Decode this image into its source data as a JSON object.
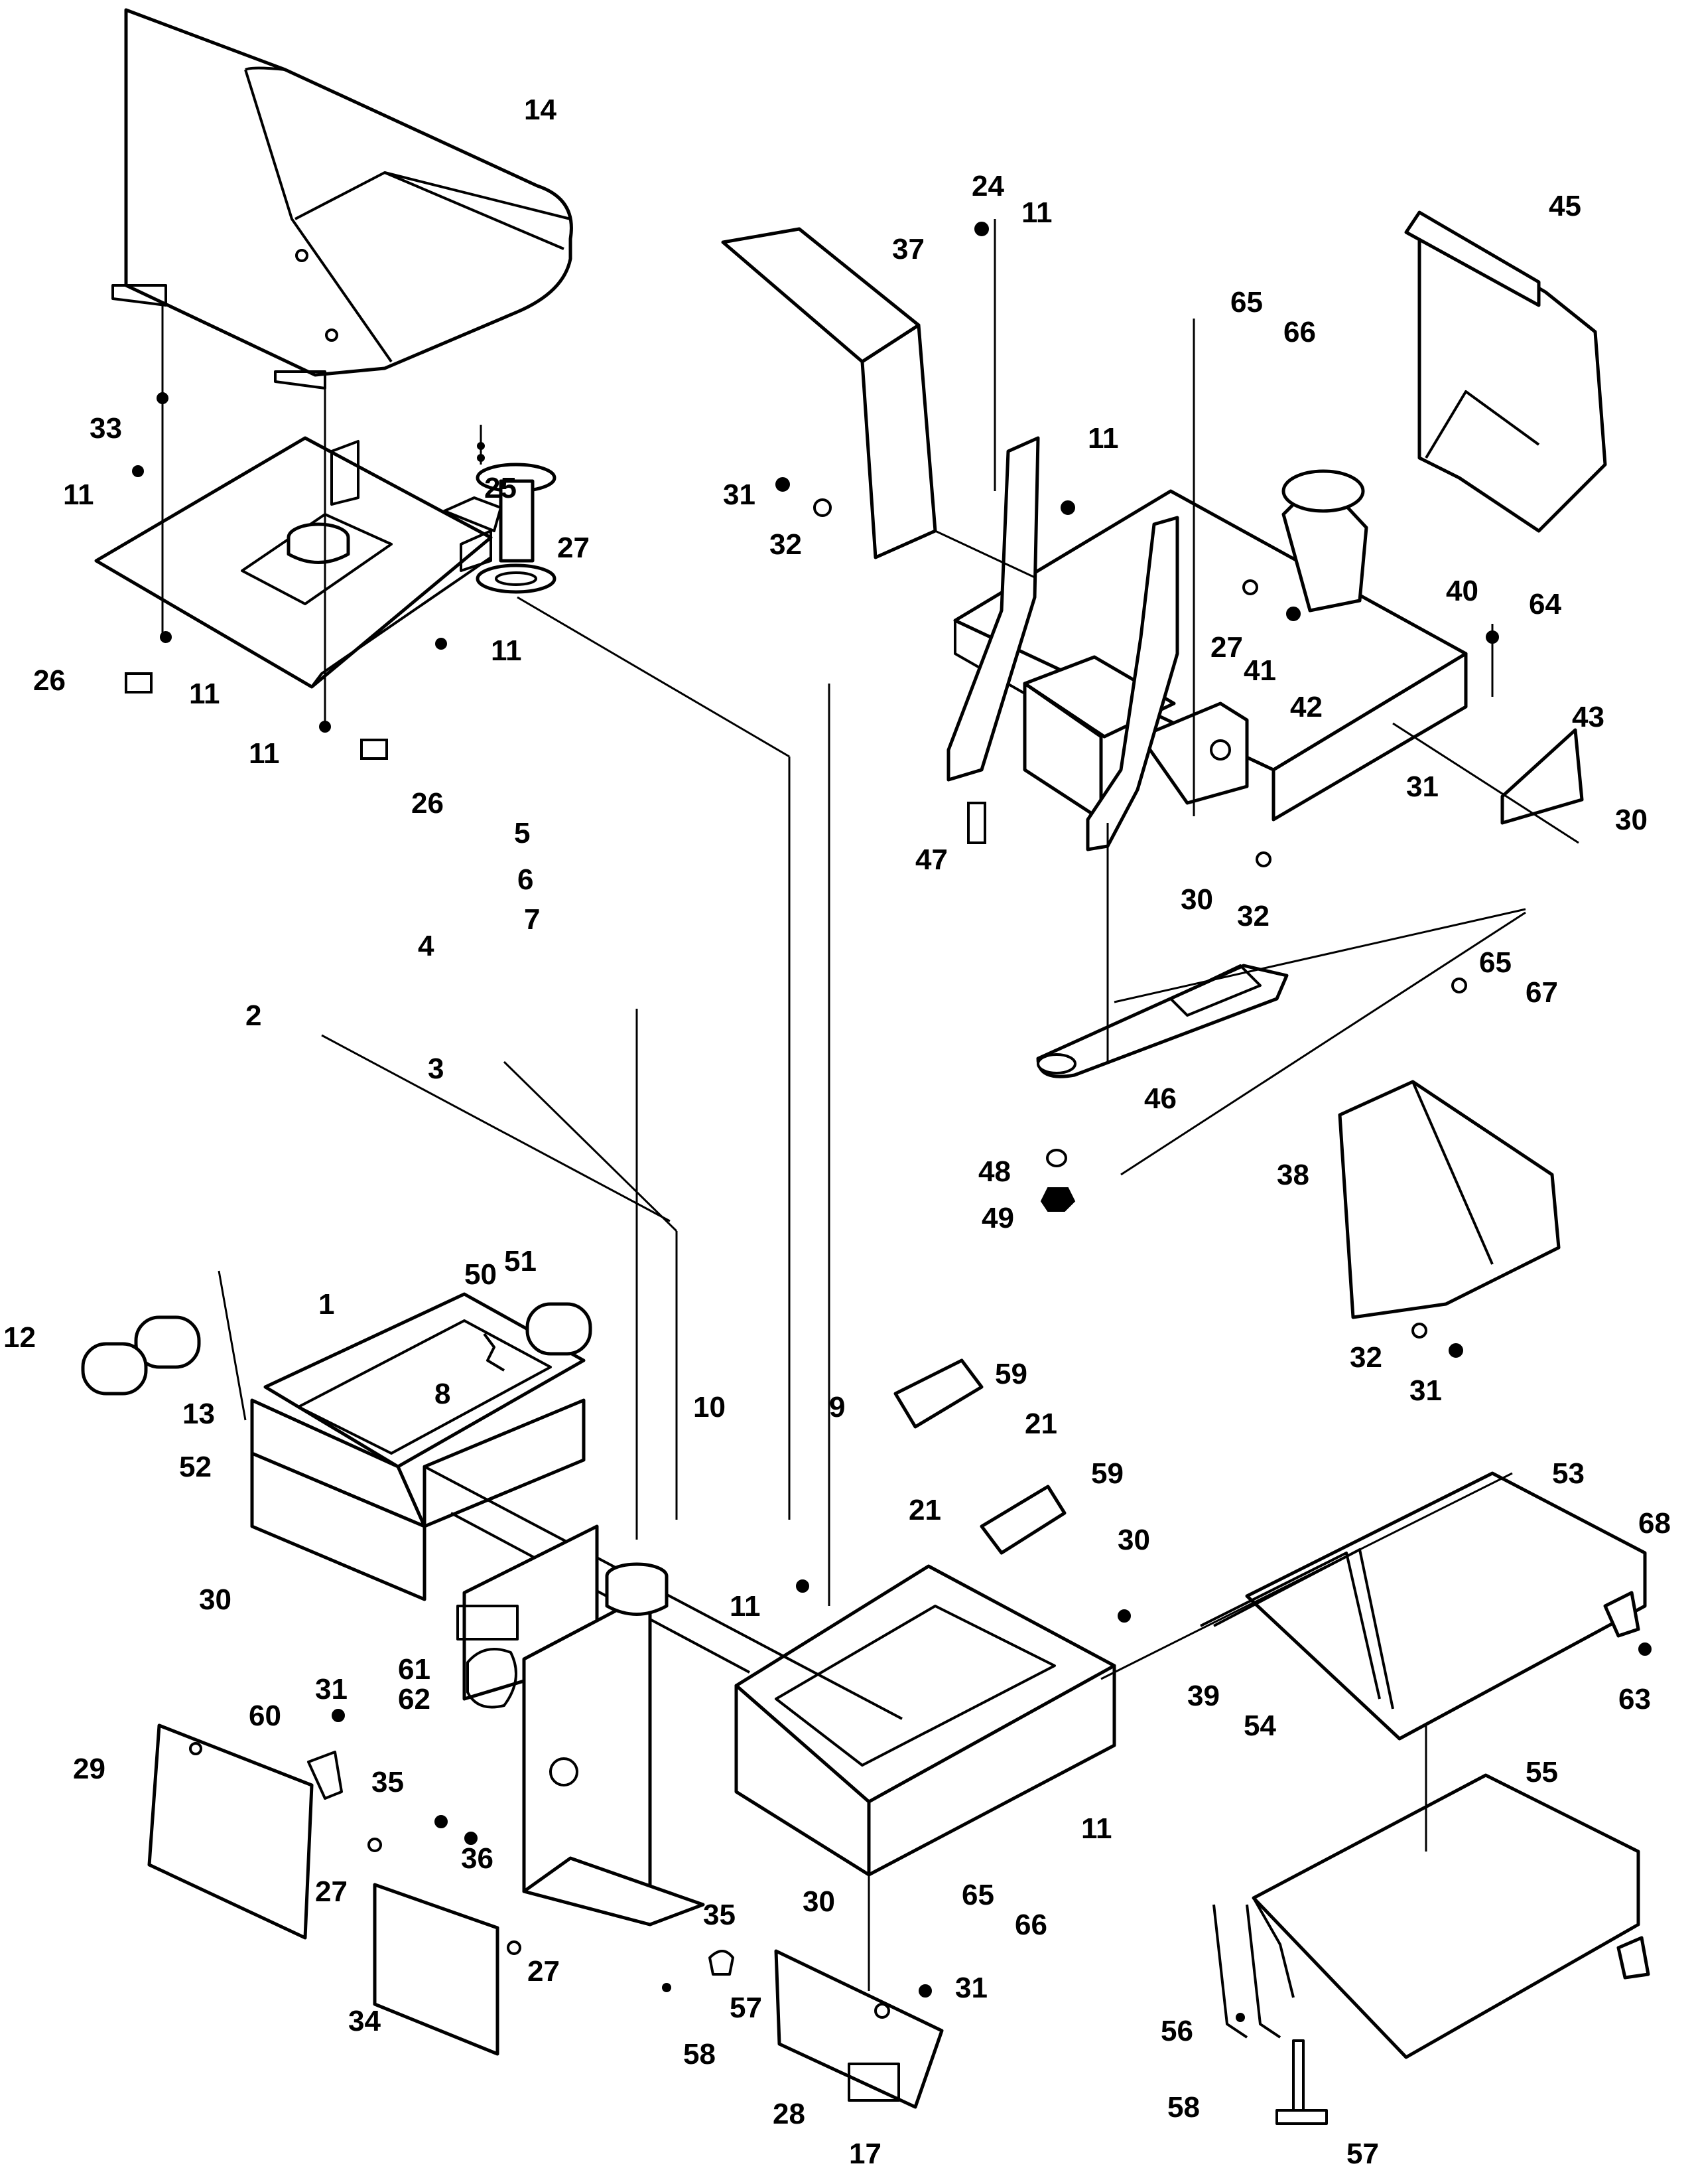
{
  "diagram": {
    "callouts": [
      {
        "id": "c14",
        "text": "14"
      },
      {
        "id": "c33",
        "text": "33"
      },
      {
        "id": "c11a",
        "text": "11"
      },
      {
        "id": "c25",
        "text": "25"
      },
      {
        "id": "c27a",
        "text": "27"
      },
      {
        "id": "c11b",
        "text": "11"
      },
      {
        "id": "c26a",
        "text": "26"
      },
      {
        "id": "c11c",
        "text": "11"
      },
      {
        "id": "c11d",
        "text": "11"
      },
      {
        "id": "c26b",
        "text": "26"
      },
      {
        "id": "c5",
        "text": "5"
      },
      {
        "id": "c6",
        "text": "6"
      },
      {
        "id": "c7",
        "text": "7"
      },
      {
        "id": "c4",
        "text": "4"
      },
      {
        "id": "c2",
        "text": "2"
      },
      {
        "id": "c3",
        "text": "3"
      },
      {
        "id": "c24",
        "text": "24"
      },
      {
        "id": "c11e",
        "text": "11"
      },
      {
        "id": "c37",
        "text": "37"
      },
      {
        "id": "c45",
        "text": "45"
      },
      {
        "id": "c65a",
        "text": "65"
      },
      {
        "id": "c66a",
        "text": "66"
      },
      {
        "id": "c11f",
        "text": "11"
      },
      {
        "id": "c31a",
        "text": "31"
      },
      {
        "id": "c32a",
        "text": "32"
      },
      {
        "id": "c40",
        "text": "40"
      },
      {
        "id": "c64",
        "text": "64"
      },
      {
        "id": "c27b",
        "text": "27"
      },
      {
        "id": "c41",
        "text": "41"
      },
      {
        "id": "c42",
        "text": "42"
      },
      {
        "id": "c43",
        "text": "43"
      },
      {
        "id": "c31b",
        "text": "31"
      },
      {
        "id": "c30a",
        "text": "30"
      },
      {
        "id": "c47",
        "text": "47"
      },
      {
        "id": "c30b",
        "text": "30"
      },
      {
        "id": "c32b",
        "text": "32"
      },
      {
        "id": "c65b",
        "text": "65"
      },
      {
        "id": "c67",
        "text": "67"
      },
      {
        "id": "c46",
        "text": "46"
      },
      {
        "id": "c48",
        "text": "48"
      },
      {
        "id": "c49",
        "text": "49"
      },
      {
        "id": "c38",
        "text": "38"
      },
      {
        "id": "c32c",
        "text": "32"
      },
      {
        "id": "c31c",
        "text": "31"
      },
      {
        "id": "c1",
        "text": "1"
      },
      {
        "id": "c50",
        "text": "50"
      },
      {
        "id": "c51",
        "text": "51"
      },
      {
        "id": "c12",
        "text": "12"
      },
      {
        "id": "c13",
        "text": "13"
      },
      {
        "id": "c8",
        "text": "8"
      },
      {
        "id": "c10",
        "text": "10"
      },
      {
        "id": "c9",
        "text": "9"
      },
      {
        "id": "c59a",
        "text": "59"
      },
      {
        "id": "c21a",
        "text": "21"
      },
      {
        "id": "c59b",
        "text": "59"
      },
      {
        "id": "c21b",
        "text": "21"
      },
      {
        "id": "c52",
        "text": "52"
      },
      {
        "id": "c30c",
        "text": "30"
      },
      {
        "id": "c11g",
        "text": "11"
      },
      {
        "id": "c53",
        "text": "53"
      },
      {
        "id": "c68",
        "text": "68"
      },
      {
        "id": "c30d",
        "text": "30"
      },
      {
        "id": "c63",
        "text": "63"
      },
      {
        "id": "c39",
        "text": "39"
      },
      {
        "id": "c54",
        "text": "54"
      },
      {
        "id": "c61",
        "text": "61"
      },
      {
        "id": "c62",
        "text": "62"
      },
      {
        "id": "c31d",
        "text": "31"
      },
      {
        "id": "c60",
        "text": "60"
      },
      {
        "id": "c29",
        "text": "29"
      },
      {
        "id": "c35a",
        "text": "35"
      },
      {
        "id": "c11h",
        "text": "11"
      },
      {
        "id": "c55",
        "text": "55"
      },
      {
        "id": "c36",
        "text": "36"
      },
      {
        "id": "c27c",
        "text": "27"
      },
      {
        "id": "c35b",
        "text": "35"
      },
      {
        "id": "c30e",
        "text": "30"
      },
      {
        "id": "c65c",
        "text": "65"
      },
      {
        "id": "c66b",
        "text": "66"
      },
      {
        "id": "c27d",
        "text": "27"
      },
      {
        "id": "c34",
        "text": "34"
      },
      {
        "id": "c57a",
        "text": "57"
      },
      {
        "id": "c31e",
        "text": "31"
      },
      {
        "id": "c58a",
        "text": "58"
      },
      {
        "id": "c56",
        "text": "56"
      },
      {
        "id": "c28",
        "text": "28"
      },
      {
        "id": "c58b",
        "text": "58"
      },
      {
        "id": "c17",
        "text": "17"
      },
      {
        "id": "c57b",
        "text": "57"
      }
    ]
  }
}
